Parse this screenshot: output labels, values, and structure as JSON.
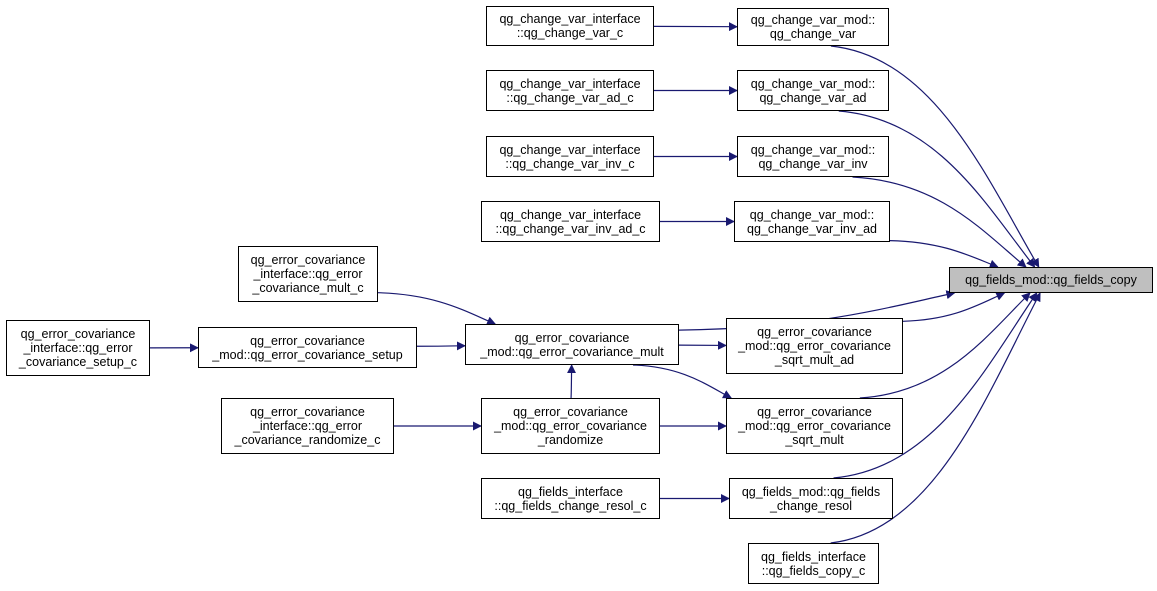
{
  "colors": {
    "edge": "#191970",
    "focus_fill": "#bfbfbf",
    "node_border": "#000000"
  },
  "nodes": {
    "fields_copy": {
      "lines": [
        "qg_fields_mod::qg_fields_copy"
      ]
    },
    "cv_var": {
      "lines": [
        "qg_change_var_mod::",
        "qg_change_var"
      ]
    },
    "cv_var_ad": {
      "lines": [
        "qg_change_var_mod::",
        "qg_change_var_ad"
      ]
    },
    "cv_var_inv": {
      "lines": [
        "qg_change_var_mod::",
        "qg_change_var_inv"
      ]
    },
    "cv_var_inv_ad": {
      "lines": [
        "qg_change_var_mod::",
        "qg_change_var_inv_ad"
      ]
    },
    "cvi_var_c": {
      "lines": [
        "qg_change_var_interface",
        "::qg_change_var_c"
      ]
    },
    "cvi_var_ad_c": {
      "lines": [
        "qg_change_var_interface",
        "::qg_change_var_ad_c"
      ]
    },
    "cvi_var_inv_c": {
      "lines": [
        "qg_change_var_interface",
        "::qg_change_var_inv_c"
      ]
    },
    "cvi_var_inv_ad_c": {
      "lines": [
        "qg_change_var_interface",
        "::qg_change_var_inv_ad_c"
      ]
    },
    "eci_mult_c": {
      "lines": [
        "qg_error_covariance",
        "_interface::qg_error",
        "_covariance_mult_c"
      ]
    },
    "ecm_mult": {
      "lines": [
        "qg_error_covariance",
        "_mod::qg_error_covariance_mult"
      ]
    },
    "ecm_setup": {
      "lines": [
        "qg_error_covariance",
        "_mod::qg_error_covariance_setup"
      ]
    },
    "eci_setup_c": {
      "lines": [
        "qg_error_covariance",
        "_interface::qg_error",
        "_covariance_setup_c"
      ]
    },
    "ecm_sqrt_mult_ad": {
      "lines": [
        "qg_error_covariance",
        "_mod::qg_error_covariance",
        "_sqrt_mult_ad"
      ]
    },
    "ecm_sqrt_mult": {
      "lines": [
        "qg_error_covariance",
        "_mod::qg_error_covariance",
        "_sqrt_mult"
      ]
    },
    "ecm_randomize": {
      "lines": [
        "qg_error_covariance",
        "_mod::qg_error_covariance",
        "_randomize"
      ]
    },
    "eci_randomize_c": {
      "lines": [
        "qg_error_covariance",
        "_interface::qg_error",
        "_covariance_randomize_c"
      ]
    },
    "fm_change_resol": {
      "lines": [
        "qg_fields_mod::qg_fields",
        "_change_resol"
      ]
    },
    "fi_change_resol_c": {
      "lines": [
        "qg_fields_interface",
        "::qg_fields_change_resol_c"
      ]
    },
    "fi_copy_c": {
      "lines": [
        "qg_fields_interface",
        "::qg_fields_copy_c"
      ]
    }
  },
  "edges": [
    [
      "cv_var",
      "fields_copy"
    ],
    [
      "cv_var_ad",
      "fields_copy"
    ],
    [
      "cv_var_inv",
      "fields_copy"
    ],
    [
      "cv_var_inv_ad",
      "fields_copy"
    ],
    [
      "ecm_mult",
      "fields_copy"
    ],
    [
      "ecm_sqrt_mult_ad",
      "fields_copy"
    ],
    [
      "ecm_sqrt_mult",
      "fields_copy"
    ],
    [
      "fm_change_resol",
      "fields_copy"
    ],
    [
      "fi_copy_c",
      "fields_copy"
    ],
    [
      "cvi_var_c",
      "cv_var"
    ],
    [
      "cvi_var_ad_c",
      "cv_var_ad"
    ],
    [
      "cvi_var_inv_c",
      "cv_var_inv"
    ],
    [
      "cvi_var_inv_ad_c",
      "cv_var_inv_ad"
    ],
    [
      "eci_mult_c",
      "ecm_mult"
    ],
    [
      "ecm_setup",
      "ecm_mult"
    ],
    [
      "ecm_randomize",
      "ecm_mult"
    ],
    [
      "ecm_mult",
      "ecm_sqrt_mult_ad"
    ],
    [
      "ecm_mult",
      "ecm_sqrt_mult"
    ],
    [
      "ecm_randomize",
      "ecm_sqrt_mult"
    ],
    [
      "eci_setup_c",
      "ecm_setup"
    ],
    [
      "eci_randomize_c",
      "ecm_randomize"
    ],
    [
      "fi_change_resol_c",
      "fm_change_resol"
    ]
  ]
}
